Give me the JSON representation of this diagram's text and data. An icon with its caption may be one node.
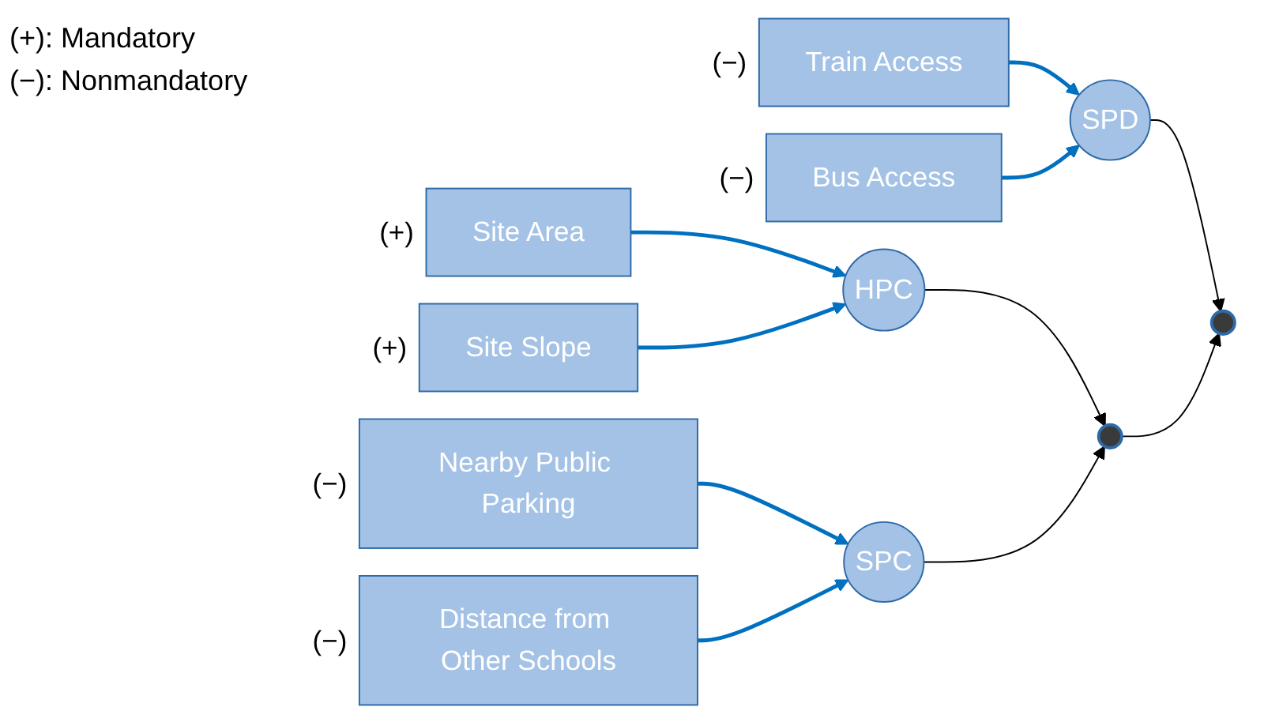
{
  "diagram": {
    "nodes": [
      {
        "text": [
          "Train Access"
        ],
        "beside": [
          "(−)"
        ]
      },
      {
        "text": [
          "Bus Access"
        ],
        "beside": [
          "(−)"
        ]
      },
      {
        "text": [
          "SPD"
        ]
      },
      {
        "text": [
          "Site Area"
        ],
        "beside": [
          "(+)"
        ]
      },
      {
        "text": [
          "Site Slope"
        ],
        "beside": [
          "(+)"
        ]
      },
      {
        "text": [
          "HPC"
        ]
      },
      {
        "text": [
          "Nearby Public Parking"
        ],
        "beside": [
          "(−)"
        ]
      },
      {
        "text": [
          "Distance from Other Schools"
        ],
        "beside": [
          "(−)"
        ]
      },
      {
        "text": [
          "SPC"
        ]
      },
      {
        "text": [],
        "shape": "circle"
      },
      {
        "text": [],
        "shape": "circle"
      }
    ],
    "edges": [
      {
        "from": 0,
        "to": 2,
        "arrow": "to"
      },
      {
        "from": 1,
        "to": 2,
        "arrow": "to"
      },
      {
        "from": 3,
        "to": 5,
        "arrow": "to"
      },
      {
        "from": 4,
        "to": 5,
        "arrow": "to"
      },
      {
        "from": 6,
        "to": 8,
        "arrow": "to"
      },
      {
        "from": 7,
        "to": 8,
        "arrow": "to"
      },
      {
        "from": 2,
        "to": 10,
        "arrow": "to",
        "color": "#000000"
      },
      {
        "from": 5,
        "to": 9,
        "arrow": "to",
        "color": "#000000"
      },
      {
        "from": 8,
        "to": 9,
        "arrow": "to",
        "color": "#000000"
      },
      {
        "from": 9,
        "to": 10,
        "arrow": "to",
        "color": "#000000"
      }
    ],
    "labels": [
      "(+): Mandatory",
      "(−): Nonmandatory"
    ]
  }
}
